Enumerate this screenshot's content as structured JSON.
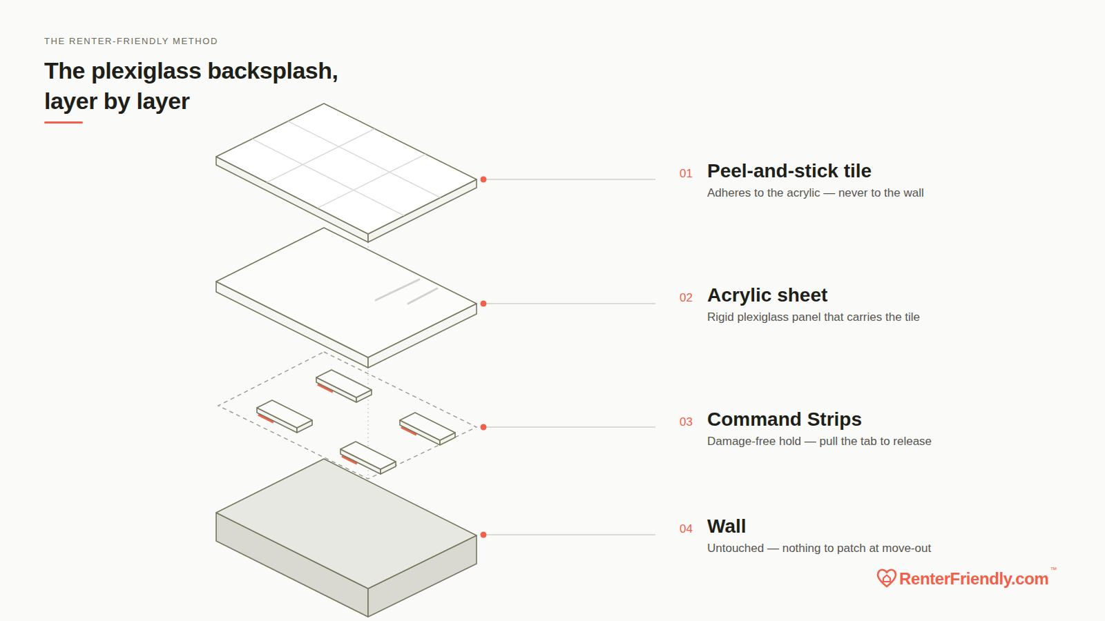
{
  "diagram": {
    "title": "The plexiglass backsplash, layer by layer",
    "labels": [
      "THE RENTER-FRIENDLY METHOD",
      "01",
      "Peel-and-stick tile",
      "Adheres to the acrylic — never to the wall",
      "02",
      "Acrylic sheet",
      "Rigid plexiglass panel that carries the tile",
      "03",
      "Command Strips",
      "Damage-free hold — pull the tab to release",
      "04",
      "Wall",
      "Untouched — nothing to patch at move-out",
      "RenterFriendly.com",
      "™"
    ]
  }
}
